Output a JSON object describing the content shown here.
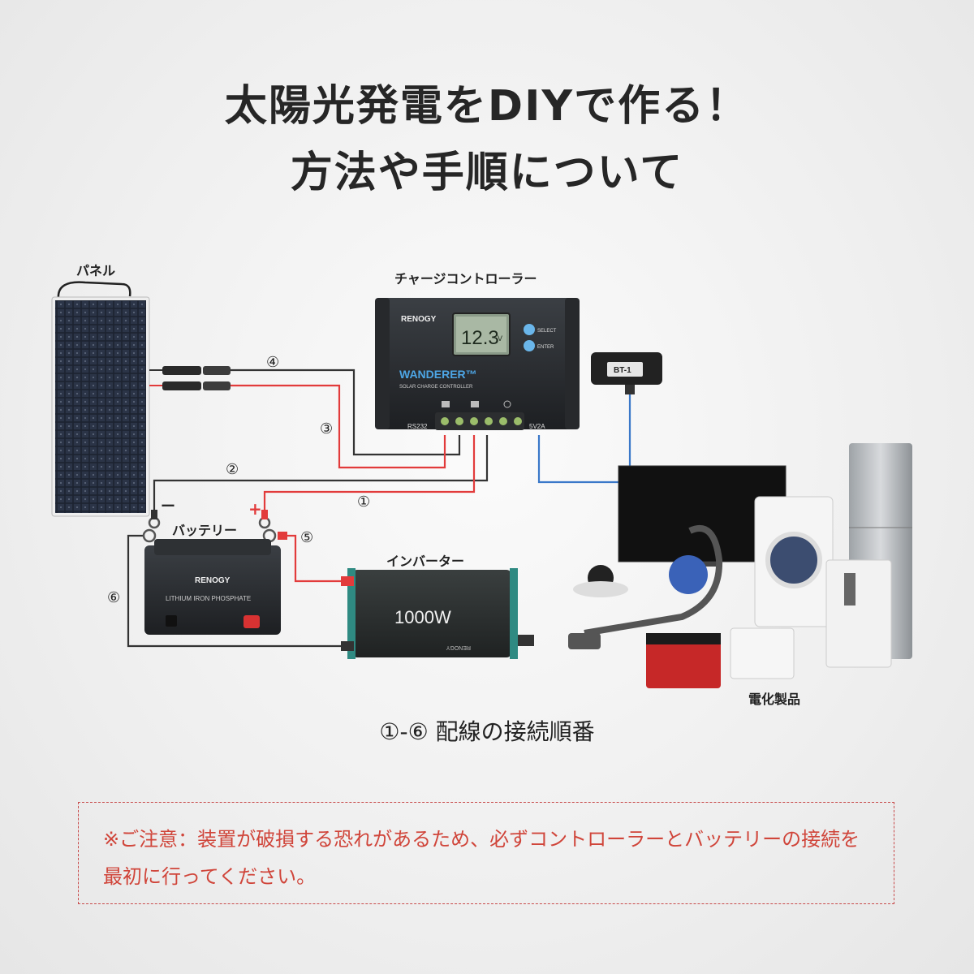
{
  "title_line1": "太陽光発電をDIYで作る！",
  "title_line2": "方法や手順について",
  "labels": {
    "panel": "パネル",
    "controller": "チャージコントローラー",
    "battery": "バッテリー",
    "inverter": "インバーター",
    "appliances": "電化製品"
  },
  "wire_numbers": [
    "①",
    "②",
    "③",
    "④",
    "⑤",
    "⑥"
  ],
  "polarity": {
    "negative": "ー",
    "positive": "+"
  },
  "controller_device": {
    "brand": "RENOGY",
    "model": "WANDERER™",
    "subtitle": "SOLAR CHARGE CONTROLLER",
    "display": "12.3",
    "display_unit": "V",
    "btn_select": "SELECT",
    "btn_enter": "ENTER",
    "port_left": "RS232",
    "port_right": "5V2A"
  },
  "bt_module": "BT-1",
  "battery_device": {
    "brand": "RENOGY",
    "type": "LITHIUM IRON PHOSPHATE"
  },
  "inverter_device": {
    "power": "1000W",
    "brand": "RENOGY"
  },
  "caption": "①-⑥ 配線の接続順番",
  "notice": "※ご注意：装置が破損する恐れがあるため、必ずコントローラーとバッテリーの接続を最初に行ってください。",
  "colors": {
    "red_wire": "#e23b3b",
    "black_wire": "#333333",
    "blue_wire": "#3a78c9",
    "notice_red": "#d0453a"
  }
}
